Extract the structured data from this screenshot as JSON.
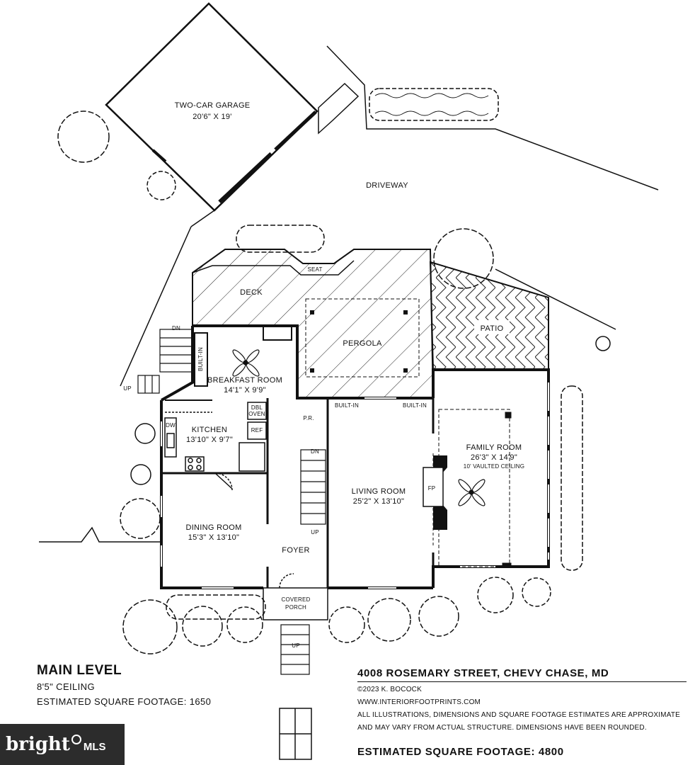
{
  "rooms": {
    "garage_name": "TWO-CAR GARAGE",
    "garage_dim": "20'6\" X 19'",
    "driveway": "DRIVEWAY",
    "deck": "DECK",
    "seat": "SEAT",
    "pergola": "PERGOLA",
    "patio": "PATIO",
    "breakfast_name": "BREAKFAST ROOM",
    "breakfast_dim": "14'1\" X 9'9\"",
    "kitchen_name": "KITCHEN",
    "kitchen_dim": "13'10\" X 9'7\"",
    "dining_name": "DINING ROOM",
    "dining_dim": "15'3\" X 13'10\"",
    "living_name": "LIVING ROOM",
    "living_dim": "25'2\" X 13'10\"",
    "family_name": "FAMILY ROOM",
    "family_dim": "26'3\" X 14'9\"",
    "family_note": "10' VAULTED CEILING",
    "foyer": "FOYER",
    "porch_line1": "COVERED",
    "porch_line2": "PORCH",
    "built_in": "BUILT-IN",
    "dbl_oven_1": "DBL",
    "dbl_oven_2": "OVEN",
    "ref": "REF",
    "dw": "DW",
    "pr": "P.R.",
    "fp": "FP",
    "dn": "DN",
    "up": "UP"
  },
  "level": {
    "title": "MAIN LEVEL",
    "ceiling": "8'5\" CEILING",
    "sqft": "ESTIMATED SQUARE FOOTAGE: 1650"
  },
  "info": {
    "address": "4008 ROSEMARY STREET, CHEVY CHASE, MD",
    "copyright": "©2023 K. BOCOCK",
    "website": "WWW.INTERIORFOOTPRINTS.COM",
    "disclaimer_1": "ALL ILLUSTRATIONS, DIMENSIONS AND SQUARE FOOTAGE ESTIMATES ARE APPROXIMATE",
    "disclaimer_2": "AND MAY VARY FROM ACTUAL STRUCTURE. DIMENSIONS HAVE BEEN ROUNDED.",
    "total_sqft": "ESTIMATED SQUARE FOOTAGE: 4800"
  },
  "brand": {
    "main": "bright",
    "sub": "MLS"
  }
}
